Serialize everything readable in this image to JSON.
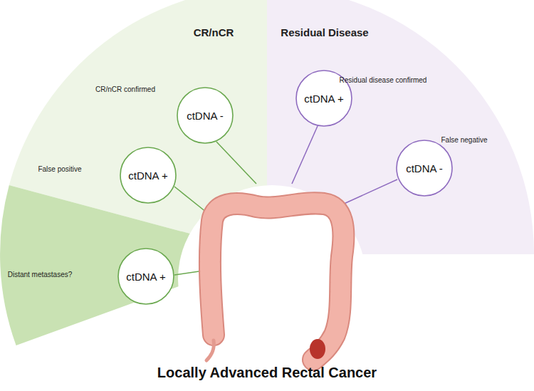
{
  "diagram": {
    "title": "Locally Advanced Rectal Cancer",
    "nodes": [
      {
        "text": [
          "ctDNA +"
        ]
      },
      {
        "text": [
          "ctDNA -"
        ]
      },
      {
        "text": [
          "ctDNA -"
        ]
      },
      {
        "text": [
          "ctDNA +"
        ]
      },
      {
        "text": [
          "ctDNA +"
        ]
      }
    ],
    "labels": [
      "CR/nCR",
      "Residual Disease",
      "CR/nCR confirmed",
      "Residual disease confirmed",
      "False positive",
      "False negative",
      "Distant metastases?"
    ]
  }
}
